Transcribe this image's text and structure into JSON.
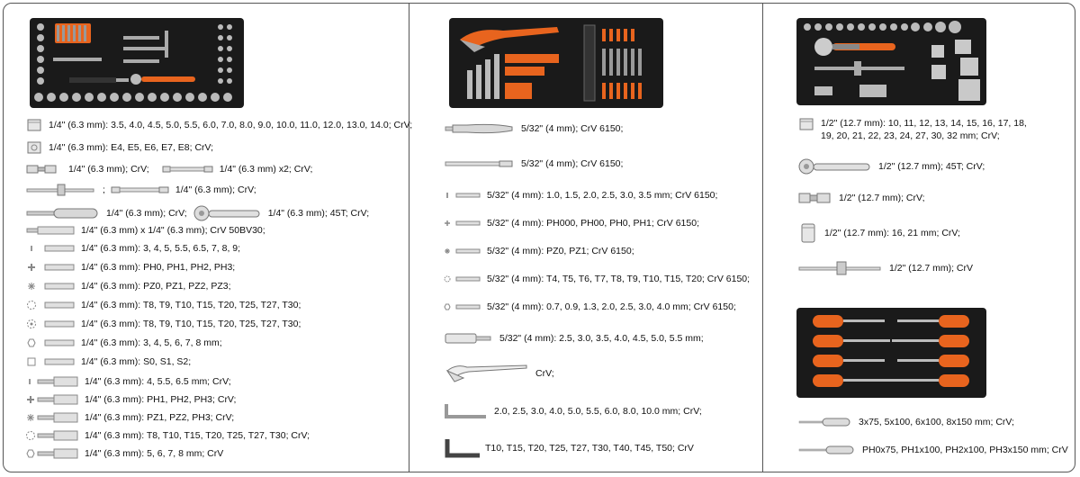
{
  "colors": {
    "tray": "#1a1a1a",
    "orange": "#e8641e",
    "metal": "#b5b5b5",
    "line": "#555555"
  },
  "col1": {
    "rows": [
      {
        "icon": "socket-icon",
        "text": "1/4\" (6.3 mm): 3.5, 4.0, 4.5, 5.0, 5.5, 6.0, 7.0, 8.0, 9.0, 10.0, 11.0, 12.0, 13.0, 14.0; CrV;"
      },
      {
        "icon": "torx-socket-icon",
        "text": "1/4\" (6.3 mm): E4, E5, E6, E7, E8; CrV;"
      },
      {
        "icon": "universal-joint-icon",
        "text": "1/4\" (6.3 mm); CrV;",
        "icon2": "extension-bar-icon",
        "text2": "1/4\" (6.3 mm) x2; CrV;"
      },
      {
        "icon": "t-handle-icon",
        "text": ";",
        "icon2": "extension-bar-icon",
        "text2": "1/4\" (6.3 mm); CrV;"
      },
      {
        "icon": "bit-driver-icon",
        "text": "1/4\" (6.3 mm); CrV;",
        "icon2": "ratchet-icon",
        "text2": "1/4\" (6.3 mm); 45T; CrV;"
      },
      {
        "icon": "bit-adapter-icon",
        "text": "1/4\" (6.3 mm) x 1/4\" (6.3 mm); CrV 50BV30;"
      },
      {
        "icon": "flat-bit-icon",
        "text": "1/4\" (6.3 mm): 3, 4, 5, 5.5, 6.5, 7, 8, 9;"
      },
      {
        "icon": "phillips-bit-icon",
        "text": "1/4\" (6.3 mm): PH0, PH1, PH2, PH3;"
      },
      {
        "icon": "pozi-bit-icon",
        "text": "1/4\" (6.3 mm): PZ0, PZ1, PZ2, PZ3;"
      },
      {
        "icon": "torx-bit-icon",
        "text": "1/4\" (6.3 mm): T8, T9, T10, T15, T20, T25, T27, T30;"
      },
      {
        "icon": "torx-tamper-bit-icon",
        "text": "1/4\" (6.3 mm): T8, T9, T10, T15, T20, T25, T27, T30;"
      },
      {
        "icon": "hex-bit-icon",
        "text": "1/4\" (6.3 mm): 3, 4, 5, 6, 7, 8 mm;"
      },
      {
        "icon": "square-bit-icon",
        "text": "1/4\" (6.3 mm): S0, S1, S2;"
      },
      {
        "icon": "flat-socket-bit-icon",
        "text": "1/4\" (6.3 mm): 4, 5.5, 6.5 mm; CrV;"
      },
      {
        "icon": "phillips-socket-bit-icon",
        "text": "1/4\" (6.3 mm): PH1, PH2, PH3; CrV;"
      },
      {
        "icon": "pozi-socket-bit-icon",
        "text": "1/4\" (6.3 mm): PZ1, PZ2, PH3; CrV;"
      },
      {
        "icon": "torx-socket-bit-icon",
        "text": "1/4\" (6.3 mm): T8, T10, T15, T20, T25, T27, T30; CrV;"
      },
      {
        "icon": "hex-socket-bit-icon",
        "text": "1/4\" (6.3 mm): 5, 6, 7, 8 mm; CrV"
      }
    ]
  },
  "col2": {
    "rows": [
      {
        "icon": "bit-handle-icon",
        "text": "5/32\" (4 mm); CrV 6150;"
      },
      {
        "icon": "extension-rod-icon",
        "text": "5/32\" (4 mm); CrV 6150;"
      },
      {
        "icon": "flat-bit-icon",
        "text": "5/32\" (4 mm): 1.0, 1.5, 2.0, 2.5, 3.0, 3.5 mm; CrV 6150;"
      },
      {
        "icon": "phillips-bit-icon",
        "text": "5/32\" (4 mm): PH000, PH00, PH0, PH1; CrV 6150;"
      },
      {
        "icon": "pozi-bit-icon",
        "text": "5/32\" (4 mm): PZ0, PZ1; CrV 6150;"
      },
      {
        "icon": "torx-bit-icon",
        "text": "5/32\" (4 mm): T4, T5, T6, T7, T8, T9, T10, T15, T20; CrV 6150;"
      },
      {
        "icon": "hex-bit-icon",
        "text": "5/32\" (4 mm): 0.7, 0.9, 1.3, 2.0, 2.5, 3.0, 4.0 mm; CrV 6150;"
      },
      {
        "icon": "socket-bit-icon",
        "text": "5/32\" (4 mm): 2.5, 3.0, 3.5, 4.0, 4.5, 5.0, 5.5 mm;"
      },
      {
        "icon": "pliers-icon",
        "text": "CrV;"
      },
      {
        "icon": "hex-key-icon",
        "text": "2.0, 2.5, 3.0, 4.0, 5.0, 5.5, 6.0, 8.0, 10.0 mm; CrV;"
      },
      {
        "icon": "torx-key-icon",
        "text": "T10, T15, T20, T25, T27, T30, T40, T45, T50; CrV"
      }
    ]
  },
  "col3": {
    "rows": [
      {
        "icon": "socket-icon",
        "text": "1/2\" (12.7 mm): 10, 11, 12, 13, 14, 15, 16, 17, 18,",
        "text_line2": "19, 20, 21, 22, 23, 24, 27, 30, 32 mm; CrV;"
      },
      {
        "icon": "ratchet-icon",
        "text": "1/2\" (12.7 mm); 45T; CrV;"
      },
      {
        "icon": "universal-joint-icon",
        "text": "1/2\" (12.7 mm); CrV;"
      },
      {
        "icon": "deep-socket-icon",
        "text": "1/2\" (12.7 mm): 16, 21 mm; CrV;"
      },
      {
        "icon": "t-handle-icon",
        "text": "1/2\" (12.7 mm); CrV"
      },
      {
        "icon": "flat-screwdriver-icon",
        "text": "3x75, 5x100, 6x100, 8x150 mm; CrV;"
      },
      {
        "icon": "phillips-screwdriver-icon",
        "text": "PH0x75, PH1x100, PH2x100, PH3x150 mm; CrV"
      }
    ]
  }
}
